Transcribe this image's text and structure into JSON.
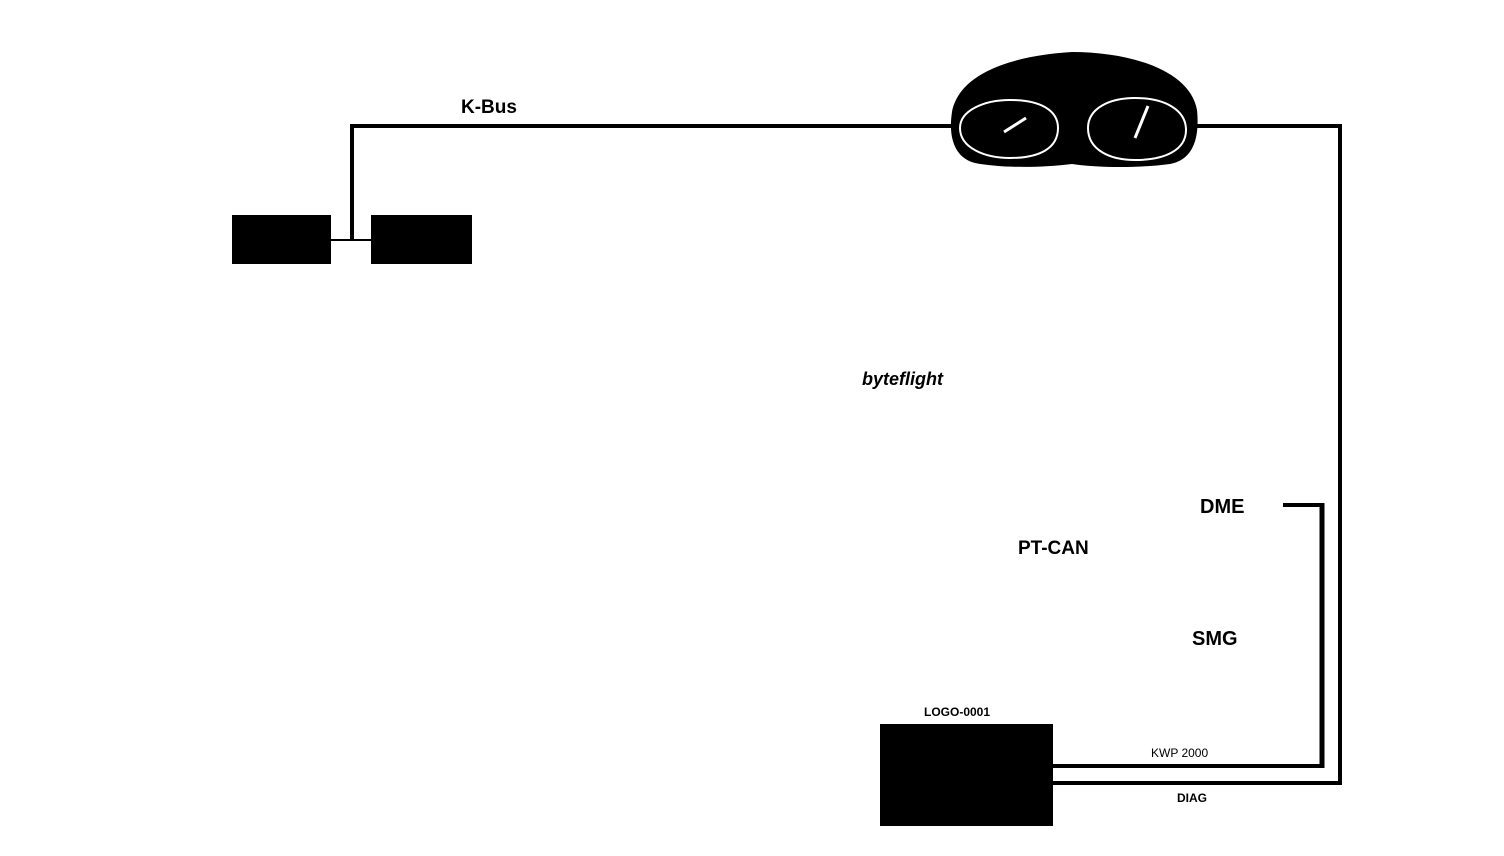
{
  "labels": {
    "kbus": "K-Bus",
    "byteflight": "byteflight",
    "dme": "DME",
    "ptcan": "PT-CAN",
    "smg": "SMG",
    "interface_box": "LOGO-0001",
    "kwp": "KWP 2000",
    "diag": "DIAG"
  },
  "colors": {
    "line": "#000000",
    "box": "#000000",
    "background": "#ffffff"
  },
  "icons": {
    "cluster": "instrument-cluster-icon"
  }
}
